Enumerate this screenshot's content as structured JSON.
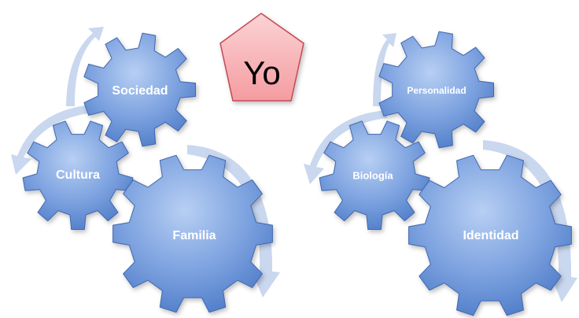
{
  "center": {
    "label": "Yo"
  },
  "left_cluster": {
    "gears": [
      {
        "label": "Sociedad"
      },
      {
        "label": "Cultura"
      },
      {
        "label": "Familia"
      }
    ]
  },
  "right_cluster": {
    "gears": [
      {
        "label": "Personalidad"
      },
      {
        "label": "Biología"
      },
      {
        "label": "Identidad"
      }
    ]
  },
  "colors": {
    "gear_light": "#a9c4ee",
    "gear_dark": "#4e7cc8",
    "gear_edge": "#3f67ad",
    "arrow": "#c9d7ef",
    "pentagon_fill": "#f7b3b6",
    "pentagon_stroke": "#c44a55",
    "label": "#ffffff"
  }
}
